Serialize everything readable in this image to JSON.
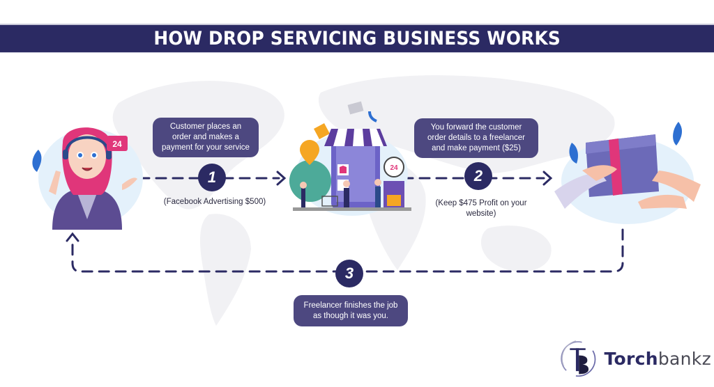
{
  "header": {
    "title": "HOW DROP SERVICING BUSINESS WORKS"
  },
  "colors": {
    "primary_navy": "#2b2a63",
    "callout_purple": "#4d4880",
    "map_gray": "#f0f0f3",
    "accent_pink": "#e0367a",
    "accent_orange": "#f5a623",
    "accent_blue": "#2d6fd1"
  },
  "steps": [
    {
      "number": "1",
      "description": "Customer places an order and makes a payment for your service",
      "note": "(Facebook Advertising $500)"
    },
    {
      "number": "2",
      "description": "You forward the customer order details to a freelancer and make payment ($25)",
      "note": "(Keep $475 Profit on your website)"
    },
    {
      "number": "3",
      "description": "Freelancer finishes the job as though it was you.",
      "note": ""
    }
  ],
  "illustrations": {
    "customer": {
      "icon": "customer-support-agent-illustration",
      "badge": "24"
    },
    "store": {
      "icon": "online-store-illustration",
      "clock_label": "24"
    },
    "freelancer": {
      "icon": "gift-handover-illustration"
    }
  },
  "logo": {
    "bold_part": "Torch",
    "light_part": "bankz",
    "mark_letters": "TB"
  }
}
